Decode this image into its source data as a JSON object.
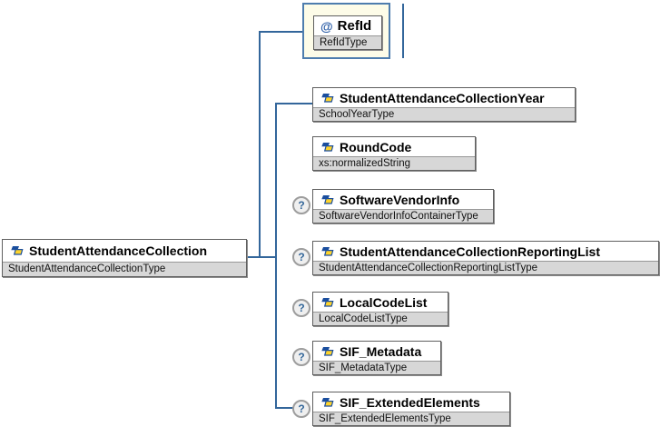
{
  "diagram": {
    "root": {
      "name": "StudentAttendanceCollection",
      "type": "StudentAttendanceCollectionType"
    },
    "attribute": {
      "prefix": "@",
      "name": "RefId",
      "type": "RefIdType"
    },
    "children": [
      {
        "name": "StudentAttendanceCollectionYear",
        "type": "SchoolYearType",
        "optional": false
      },
      {
        "name": "RoundCode",
        "type": "xs:normalizedString",
        "optional": false
      },
      {
        "name": "SoftwareVendorInfo",
        "type": "SoftwareVendorInfoContainerType",
        "optional": true
      },
      {
        "name": "StudentAttendanceCollectionReportingList",
        "type": "StudentAttendanceCollectionReportingListType",
        "optional": true
      },
      {
        "name": "LocalCodeList",
        "type": "LocalCodeListType",
        "optional": true
      },
      {
        "name": "SIF_Metadata",
        "type": "SIF_MetadataType",
        "optional": true
      },
      {
        "name": "SIF_ExtendedElements",
        "type": "SIF_ExtendedElementsType",
        "optional": true
      }
    ],
    "optional_marker": "?",
    "colors": {
      "connector": "#33669b",
      "box_border": "#5f5f5f",
      "type_band": "#d7d7d7",
      "attr_container_fill": "#fdfce8",
      "attr_container_border": "#4e7dae",
      "optional_badge_text": "#336699",
      "icon_blue": "#1a4e9e",
      "icon_yellow": "#ffd42a"
    }
  }
}
